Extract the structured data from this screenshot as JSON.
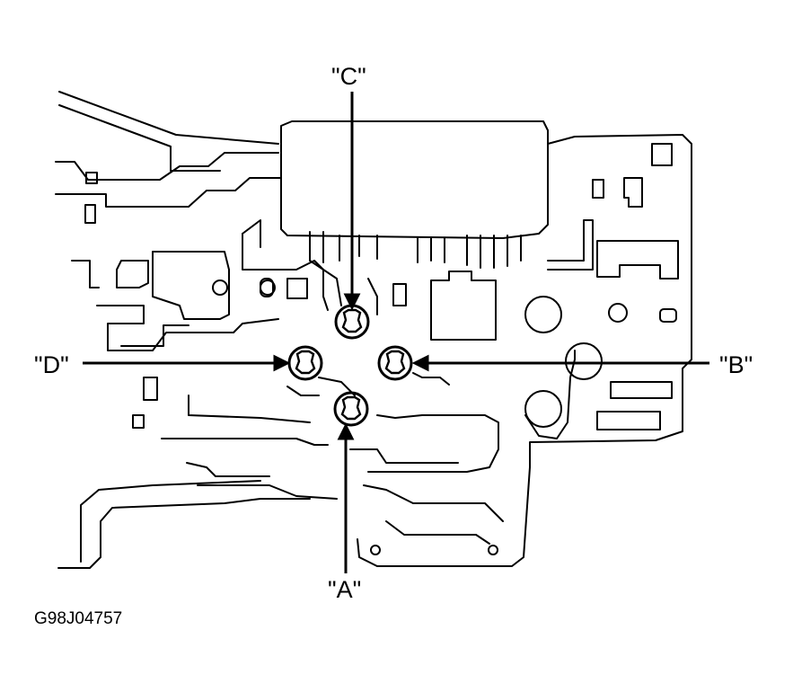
{
  "callouts": {
    "a": "\"A\"",
    "b": "\"B\"",
    "c": "\"C\"",
    "d": "\"D\""
  },
  "figure_id": "G98J04757",
  "colors": {
    "ink": "#000000",
    "paper": "#ffffff"
  }
}
